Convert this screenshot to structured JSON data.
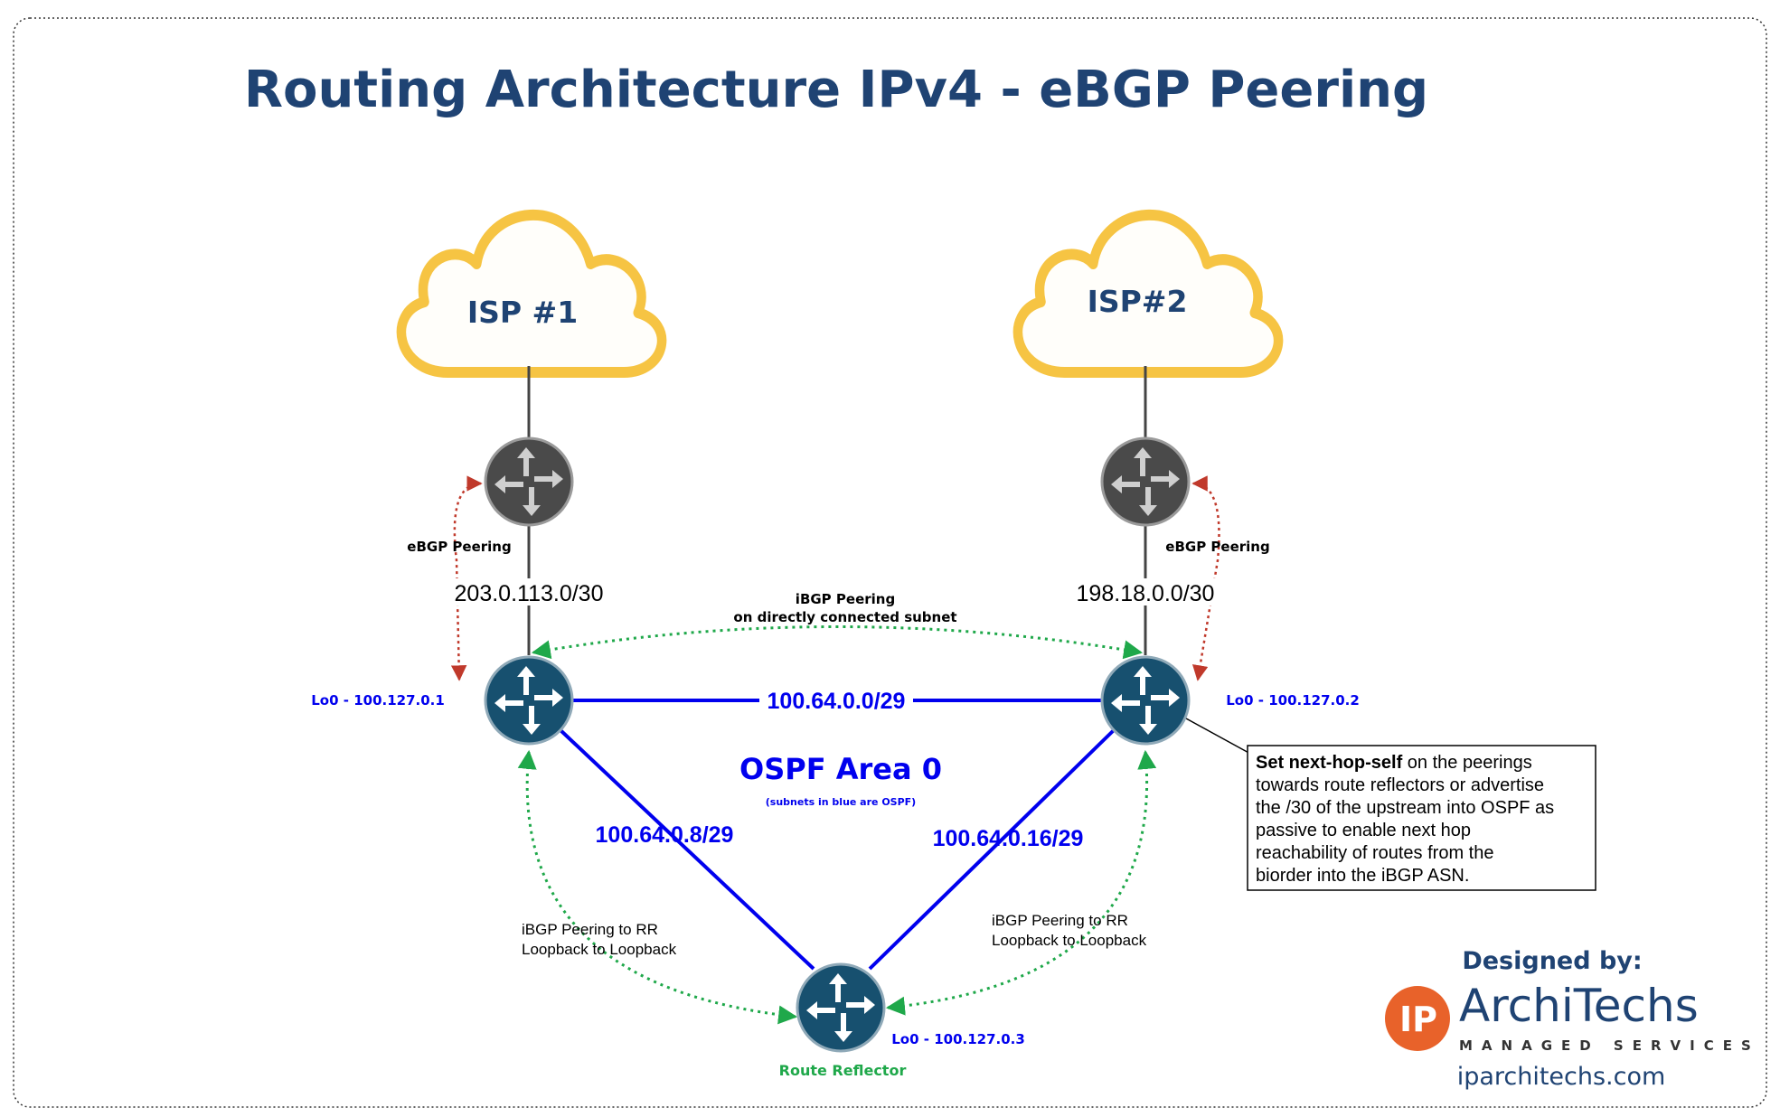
{
  "title": "Routing Architecture IPv4 - eBGP Peering",
  "clouds": [
    {
      "label": "ISP #1"
    },
    {
      "label": "ISP#2"
    }
  ],
  "ebgp_labels": [
    "eBGP Peering",
    "eBGP Peering"
  ],
  "upstream_subnets": [
    "203.0.113.0/30",
    "198.18.0.0/30"
  ],
  "ibgp_top": {
    "line1": "iBGP Peering",
    "line2": "on directly connected subnet"
  },
  "loopbacks": {
    "left": "Lo0 - 100.127.0.1",
    "right": "Lo0 - 100.127.0.2",
    "rr": "Lo0 - 100.127.0.3"
  },
  "ospf_subnets": {
    "top": "100.64.0.0/29",
    "left": "100.64.0.8/29",
    "right": "100.64.0.16/29"
  },
  "ospf_area": {
    "label": "OSPF Area 0",
    "sub": "(subnets in blue are OSPF)"
  },
  "rr_peering": {
    "left": {
      "line1": "iBGP Peering to RR",
      "line2": "Loopback to Loopback"
    },
    "right": {
      "line1": "iBGP Peering to RR",
      "line2": "Loopback to Loopback"
    }
  },
  "route_reflector_label": "Route Reflector",
  "note": {
    "bold": "Set next-hop-self",
    "line1_rest": " on the peerings",
    "lines": [
      "towards route reflectors or advertise",
      "the /30 of the upstream into OSPF as",
      "passive to enable next hop",
      "reachability of routes from the",
      "biorder into the iBGP ASN."
    ]
  },
  "branding": {
    "designed_by": "Designed by:",
    "ip_mark": "IP",
    "brand_name": "ArchiTechs",
    "brand_sub": "MANAGED SERVICES",
    "url": "iparchitechs.com"
  },
  "colors": {
    "title": "#1f4373",
    "ospf_blue": "#0000ee",
    "ebgp_red": "#c0392b",
    "ibgp_green": "#1fa84a",
    "router_blue": "#17506f",
    "router_gray": "#4a4a4a",
    "cloud_yellow": "#f6c443",
    "brand_orange": "#e8622a"
  },
  "icons": [
    "cloud-icon",
    "router-icon"
  ]
}
